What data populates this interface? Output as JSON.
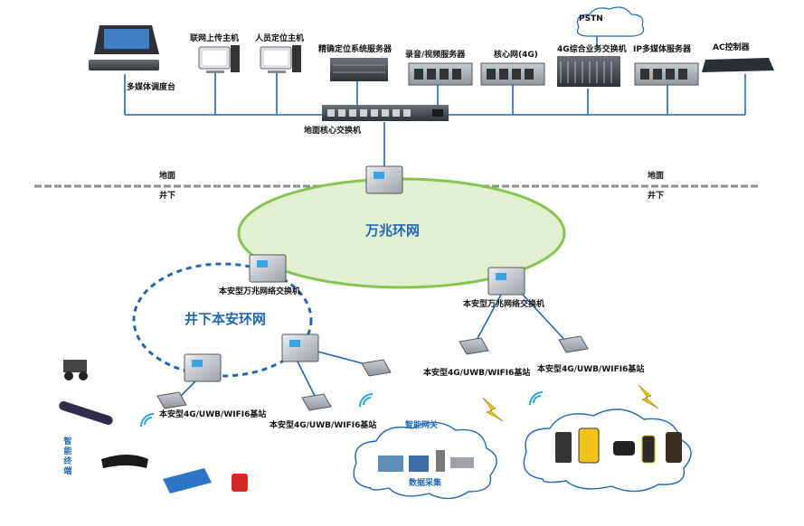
{
  "surface_servers": [
    {
      "id": "dispatch",
      "label": "多媒体调度台"
    },
    {
      "id": "upload",
      "label": "联网上传主机"
    },
    {
      "id": "personnel",
      "label": "人员定位主机"
    },
    {
      "id": "precise",
      "label": "精确定位系统服务器"
    },
    {
      "id": "recording",
      "label": "录音/视频服务器"
    },
    {
      "id": "core4g",
      "label": "核心网(4G)"
    },
    {
      "id": "switch4g",
      "label": "4G综合业务交换机"
    },
    {
      "id": "ipmedia",
      "label": "IP多媒体服务器"
    },
    {
      "id": "ac",
      "label": "AC控制器"
    }
  ],
  "pstn": "PSTN",
  "core_switch": "地面核心交换机",
  "divider": {
    "above": "地面",
    "below": "井下"
  },
  "main_ring": "万兆环网",
  "safe_ring": "井下本安环网",
  "switches": {
    "left": "本安型万兆网络交换机",
    "right": "本安型万兆网络交换机"
  },
  "base_stations": [
    "本安型4G/UWB/WIFI6基站",
    "本安型4G/UWB/WIFI6基站",
    "本安型4G/UWB/WIFI6基站",
    "本安型4G/UWB/WIFI6基站"
  ],
  "smart_terminal": "智能终端",
  "gateway_cloud": {
    "title": "智能网关",
    "subtitle": "数据采集"
  },
  "colors": {
    "line": "#1f67b4",
    "ring_fill": "#dfeec7",
    "ring_stroke": "#7fbf4a",
    "device": "#5a5f66"
  }
}
